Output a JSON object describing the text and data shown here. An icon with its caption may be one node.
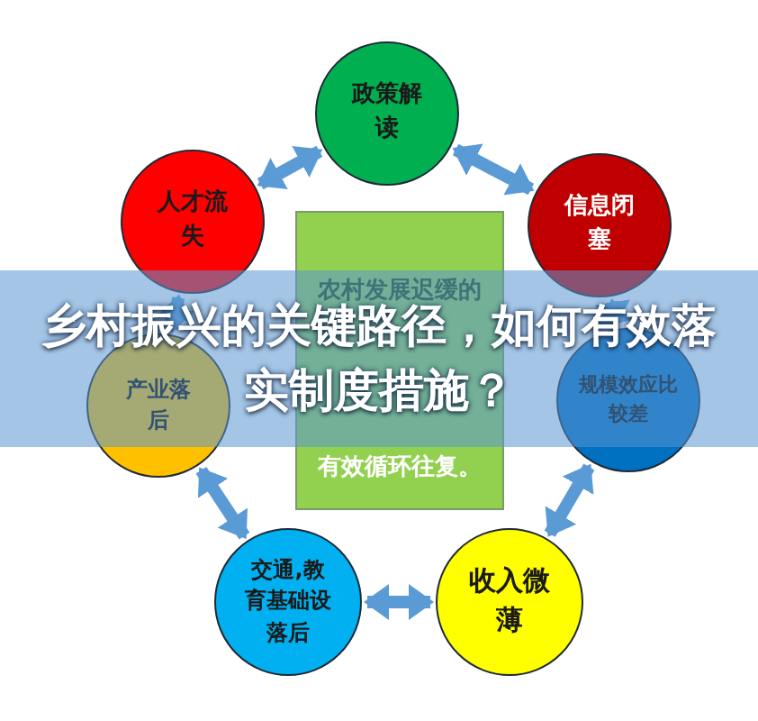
{
  "diagram": {
    "title": "乡村振兴的关键路径，如何有效落实制度措施？",
    "nodes": [
      {
        "text": [
          "政策解读"
        ]
      },
      {
        "text": [
          "人才流失"
        ]
      },
      {
        "text": [
          "信息闭塞"
        ]
      },
      {
        "text": [
          "农村发展迟缓的",
          "有效循环往复。"
        ]
      },
      {
        "text": [
          "产业落后"
        ]
      },
      {
        "text": [
          "规模效应比较差"
        ]
      },
      {
        "text": [
          "交通,教育基础设落后"
        ]
      },
      {
        "text": [
          "收入微薄"
        ]
      }
    ],
    "edges": [
      {
        "from": 1,
        "to": 0,
        "arrow": "both"
      },
      {
        "from": 0,
        "to": 2,
        "arrow": "both"
      },
      {
        "from": 2,
        "to": 5,
        "arrow": "both"
      },
      {
        "from": 5,
        "to": 7,
        "arrow": "both"
      },
      {
        "from": 7,
        "to": 6,
        "arrow": "both"
      },
      {
        "from": 6,
        "to": 4,
        "arrow": "both"
      },
      {
        "from": 4,
        "to": 1,
        "arrow": "both"
      }
    ]
  }
}
